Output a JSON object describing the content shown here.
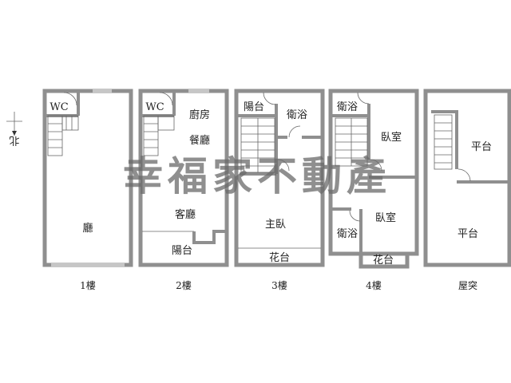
{
  "compass": {
    "label": "北",
    "icon": "north-arrow-icon"
  },
  "floors": [
    {
      "name": "1樓",
      "rooms": [
        "WC",
        "廳"
      ]
    },
    {
      "name": "2樓",
      "rooms": [
        "WC",
        "廚房",
        "餐廳",
        "客廳",
        "陽台"
      ]
    },
    {
      "name": "3樓",
      "rooms": [
        "陽台",
        "衛浴",
        "主臥",
        "花台"
      ]
    },
    {
      "name": "4樓",
      "rooms": [
        "衛浴",
        "臥室",
        "衛浴",
        "臥室",
        "花台"
      ]
    },
    {
      "name": "屋突",
      "rooms": [
        "平台",
        "平台"
      ]
    }
  ],
  "watermark": "幸福家不動產",
  "colors": {
    "wall": "#8f8f8f",
    "watermark": "#6a6a6a"
  }
}
